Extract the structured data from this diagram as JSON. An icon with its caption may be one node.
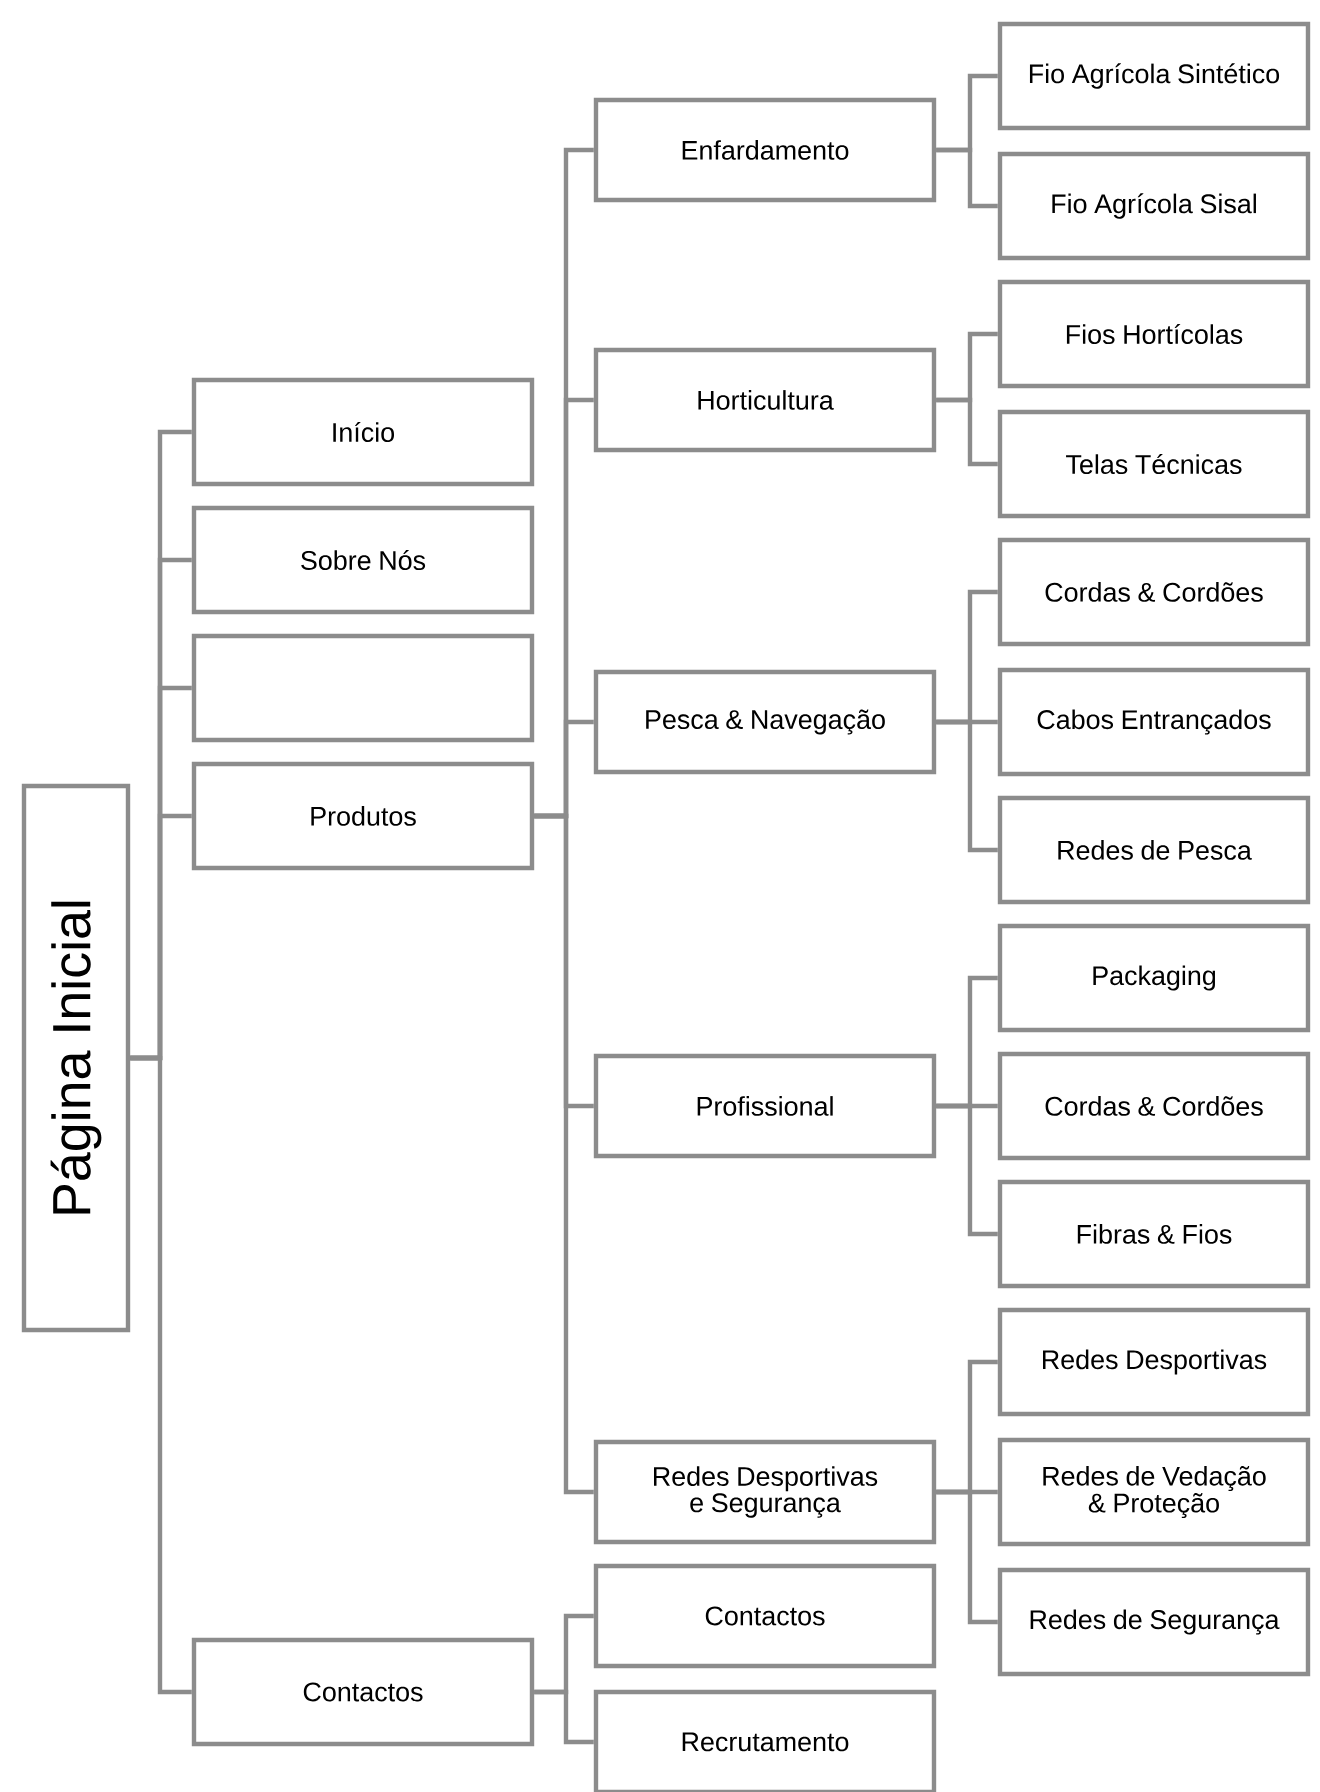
{
  "diagram": {
    "nodes": [
      {
        "text": [
          "Página Inicial"
        ]
      },
      {
        "text": [
          "Início"
        ]
      },
      {
        "text": [
          "Sobre Nós"
        ]
      },
      {
        "text": [],
        "shape": "box"
      },
      {
        "text": [
          "Produtos"
        ]
      },
      {
        "text": [
          "Contactos"
        ]
      },
      {
        "text": [
          "Enfardamento"
        ]
      },
      {
        "text": [
          "Horticultura"
        ]
      },
      {
        "text": [
          "Pesca & Navegação"
        ]
      },
      {
        "text": [
          "Profissional"
        ]
      },
      {
        "text": [
          "Redes Desportivas e Segurança"
        ]
      },
      {
        "text": [
          "Contactos"
        ]
      },
      {
        "text": [
          "Recrutamento"
        ]
      },
      {
        "text": [
          "Fio Agrícola Sintético"
        ]
      },
      {
        "text": [
          "Fio Agrícola Sisal"
        ]
      },
      {
        "text": [
          "Fios Hortícolas"
        ]
      },
      {
        "text": [
          "Telas Técnicas"
        ]
      },
      {
        "text": [
          "Cordas & Cordões"
        ]
      },
      {
        "text": [
          "Cabos Entrançados"
        ]
      },
      {
        "text": [
          "Redes de Pesca"
        ]
      },
      {
        "text": [
          "Packaging"
        ]
      },
      {
        "text": [
          "Cordas & Cordões"
        ]
      },
      {
        "text": [
          "Fibras & Fios"
        ]
      },
      {
        "text": [
          "Redes Desportivas"
        ]
      },
      {
        "text": [
          "Redes de Vedação & Proteção"
        ]
      },
      {
        "text": [
          "Redes de Segurança"
        ]
      }
    ],
    "edges": [
      {
        "from": 0,
        "to": 1,
        "arrow": "none"
      },
      {
        "from": 0,
        "to": 2,
        "arrow": "none"
      },
      {
        "from": 0,
        "to": 3,
        "arrow": "none"
      },
      {
        "from": 0,
        "to": 4,
        "arrow": "none"
      },
      {
        "from": 0,
        "to": 5,
        "arrow": "none"
      },
      {
        "from": 4,
        "to": 6,
        "arrow": "none"
      },
      {
        "from": 4,
        "to": 7,
        "arrow": "none"
      },
      {
        "from": 4,
        "to": 8,
        "arrow": "none"
      },
      {
        "from": 4,
        "to": 9,
        "arrow": "none"
      },
      {
        "from": 4,
        "to": 10,
        "arrow": "none"
      },
      {
        "from": 5,
        "to": 11,
        "arrow": "none"
      },
      {
        "from": 5,
        "to": 12,
        "arrow": "none"
      },
      {
        "from": 6,
        "to": 13,
        "arrow": "none"
      },
      {
        "from": 6,
        "to": 14,
        "arrow": "none"
      },
      {
        "from": 7,
        "to": 15,
        "arrow": "none"
      },
      {
        "from": 7,
        "to": 16,
        "arrow": "none"
      },
      {
        "from": 8,
        "to": 17,
        "arrow": "none"
      },
      {
        "from": 8,
        "to": 18,
        "arrow": "none"
      },
      {
        "from": 8,
        "to": 19,
        "arrow": "none"
      },
      {
        "from": 9,
        "to": 20,
        "arrow": "none"
      },
      {
        "from": 9,
        "to": 21,
        "arrow": "none"
      },
      {
        "from": 9,
        "to": 22,
        "arrow": "none"
      },
      {
        "from": 10,
        "to": 23,
        "arrow": "none"
      },
      {
        "from": 10,
        "to": 24,
        "arrow": "none"
      },
      {
        "from": 10,
        "to": 25,
        "arrow": "none"
      }
    ]
  }
}
